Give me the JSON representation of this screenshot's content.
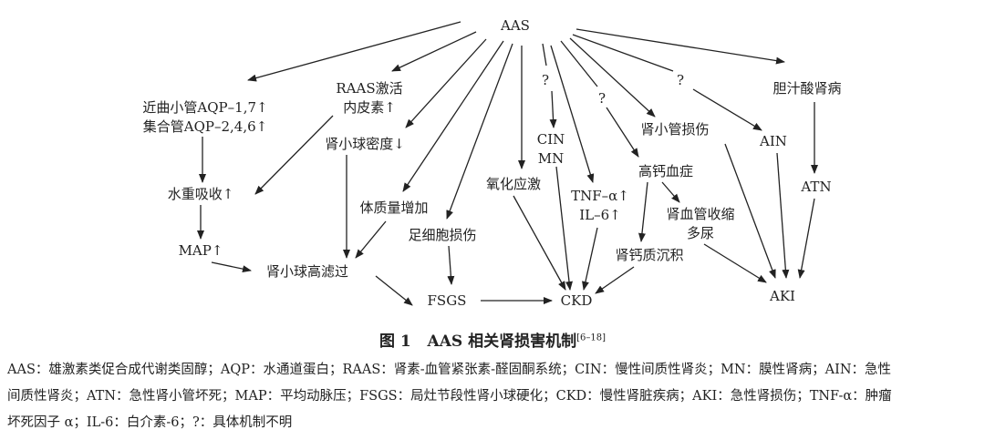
{
  "nodes": {
    "aas": [
      "AAS"
    ],
    "aqp": [
      "近曲小管AQP–1,7↑",
      "集合管AQP–2,4,6↑"
    ],
    "raas": [
      "RAAS激活",
      "内皮素↑"
    ],
    "density": [
      "肾小球密度↓"
    ],
    "water": [
      "水重吸收↑"
    ],
    "weight": [
      "体质量增加"
    ],
    "podocyte": [
      "足细胞损伤"
    ],
    "map": [
      "MAP↑"
    ],
    "hyperfiltration": [
      "肾小球高滤过"
    ],
    "fsgs": [
      "FSGS"
    ],
    "ckd": [
      "CKD"
    ],
    "oxidative": [
      "氧化应激"
    ],
    "q1": [
      "?"
    ],
    "cin": [
      "CIN",
      "MN"
    ],
    "tnf": [
      "TNF–α↑",
      "IL–6↑"
    ],
    "q2": [
      "?"
    ],
    "hypercalcemia": [
      "高钙血症"
    ],
    "vaso": [
      "肾血管收缩",
      "多尿"
    ],
    "nephrocalcinosis": [
      "肾钙质沉积"
    ],
    "tubular": [
      "肾小管损伤"
    ],
    "q3": [
      "?"
    ],
    "ain": [
      "AIN"
    ],
    "bile": [
      "胆汁酸肾病"
    ],
    "atn": [
      "ATN"
    ],
    "aki": [
      "AKI"
    ]
  },
  "edges": [
    [
      "aas",
      "aqp"
    ],
    [
      "aas",
      "raas"
    ],
    [
      "aas",
      "density"
    ],
    [
      "aas",
      "weight"
    ],
    [
      "aas",
      "podocyte"
    ],
    [
      "aas",
      "oxidative"
    ],
    [
      "aas",
      "q1"
    ],
    [
      "q1",
      "cin"
    ],
    [
      "aas",
      "tnf"
    ],
    [
      "aas",
      "q2"
    ],
    [
      "q2",
      "hypercalcemia"
    ],
    [
      "aas",
      "tubular"
    ],
    [
      "aas",
      "q3"
    ],
    [
      "q3",
      "ain"
    ],
    [
      "aas",
      "bile"
    ],
    [
      "bile",
      "atn"
    ],
    [
      "atn",
      "aki"
    ],
    [
      "ain",
      "aki"
    ],
    [
      "tubular",
      "aki"
    ],
    [
      "vaso",
      "aki"
    ],
    [
      "hypercalcemia",
      "nephrocalcinosis"
    ],
    [
      "hypercalcemia",
      "vaso"
    ],
    [
      "nephrocalcinosis",
      "ckd"
    ],
    [
      "tnf",
      "ckd"
    ],
    [
      "cin",
      "ckd"
    ],
    [
      "oxidative",
      "ckd"
    ],
    [
      "fsgs",
      "ckd"
    ],
    [
      "podocyte",
      "fsgs"
    ],
    [
      "hyperfiltration",
      "fsgs"
    ],
    [
      "map",
      "hyperfiltration"
    ],
    [
      "weight",
      "hyperfiltration"
    ],
    [
      "density",
      "hyperfiltration"
    ],
    [
      "raas",
      "water"
    ],
    [
      "aqp",
      "water"
    ],
    [
      "water",
      "map"
    ]
  ],
  "caption": {
    "label": "图 1",
    "title": "AAS 相关肾损害机制",
    "ref": "[6–18]"
  },
  "legend": [
    "AAS：雄激素类促合成代谢类固醇；AQP：水通道蛋白；RAAS：肾素-血管紧张素-醛固酮系统；CIN：慢性间质性肾炎；MN：膜性肾病；AIN：急性",
    "间质性肾炎；ATN：急性肾小管坏死；MAP：平均动脉压；FSGS：局灶节段性肾小球硬化；CKD：慢性肾脏疾病；AKI：急性肾损伤；TNF-α：肿瘤",
    "坏死因子 α；IL-6：白介素-6；?：具体机制不明"
  ]
}
